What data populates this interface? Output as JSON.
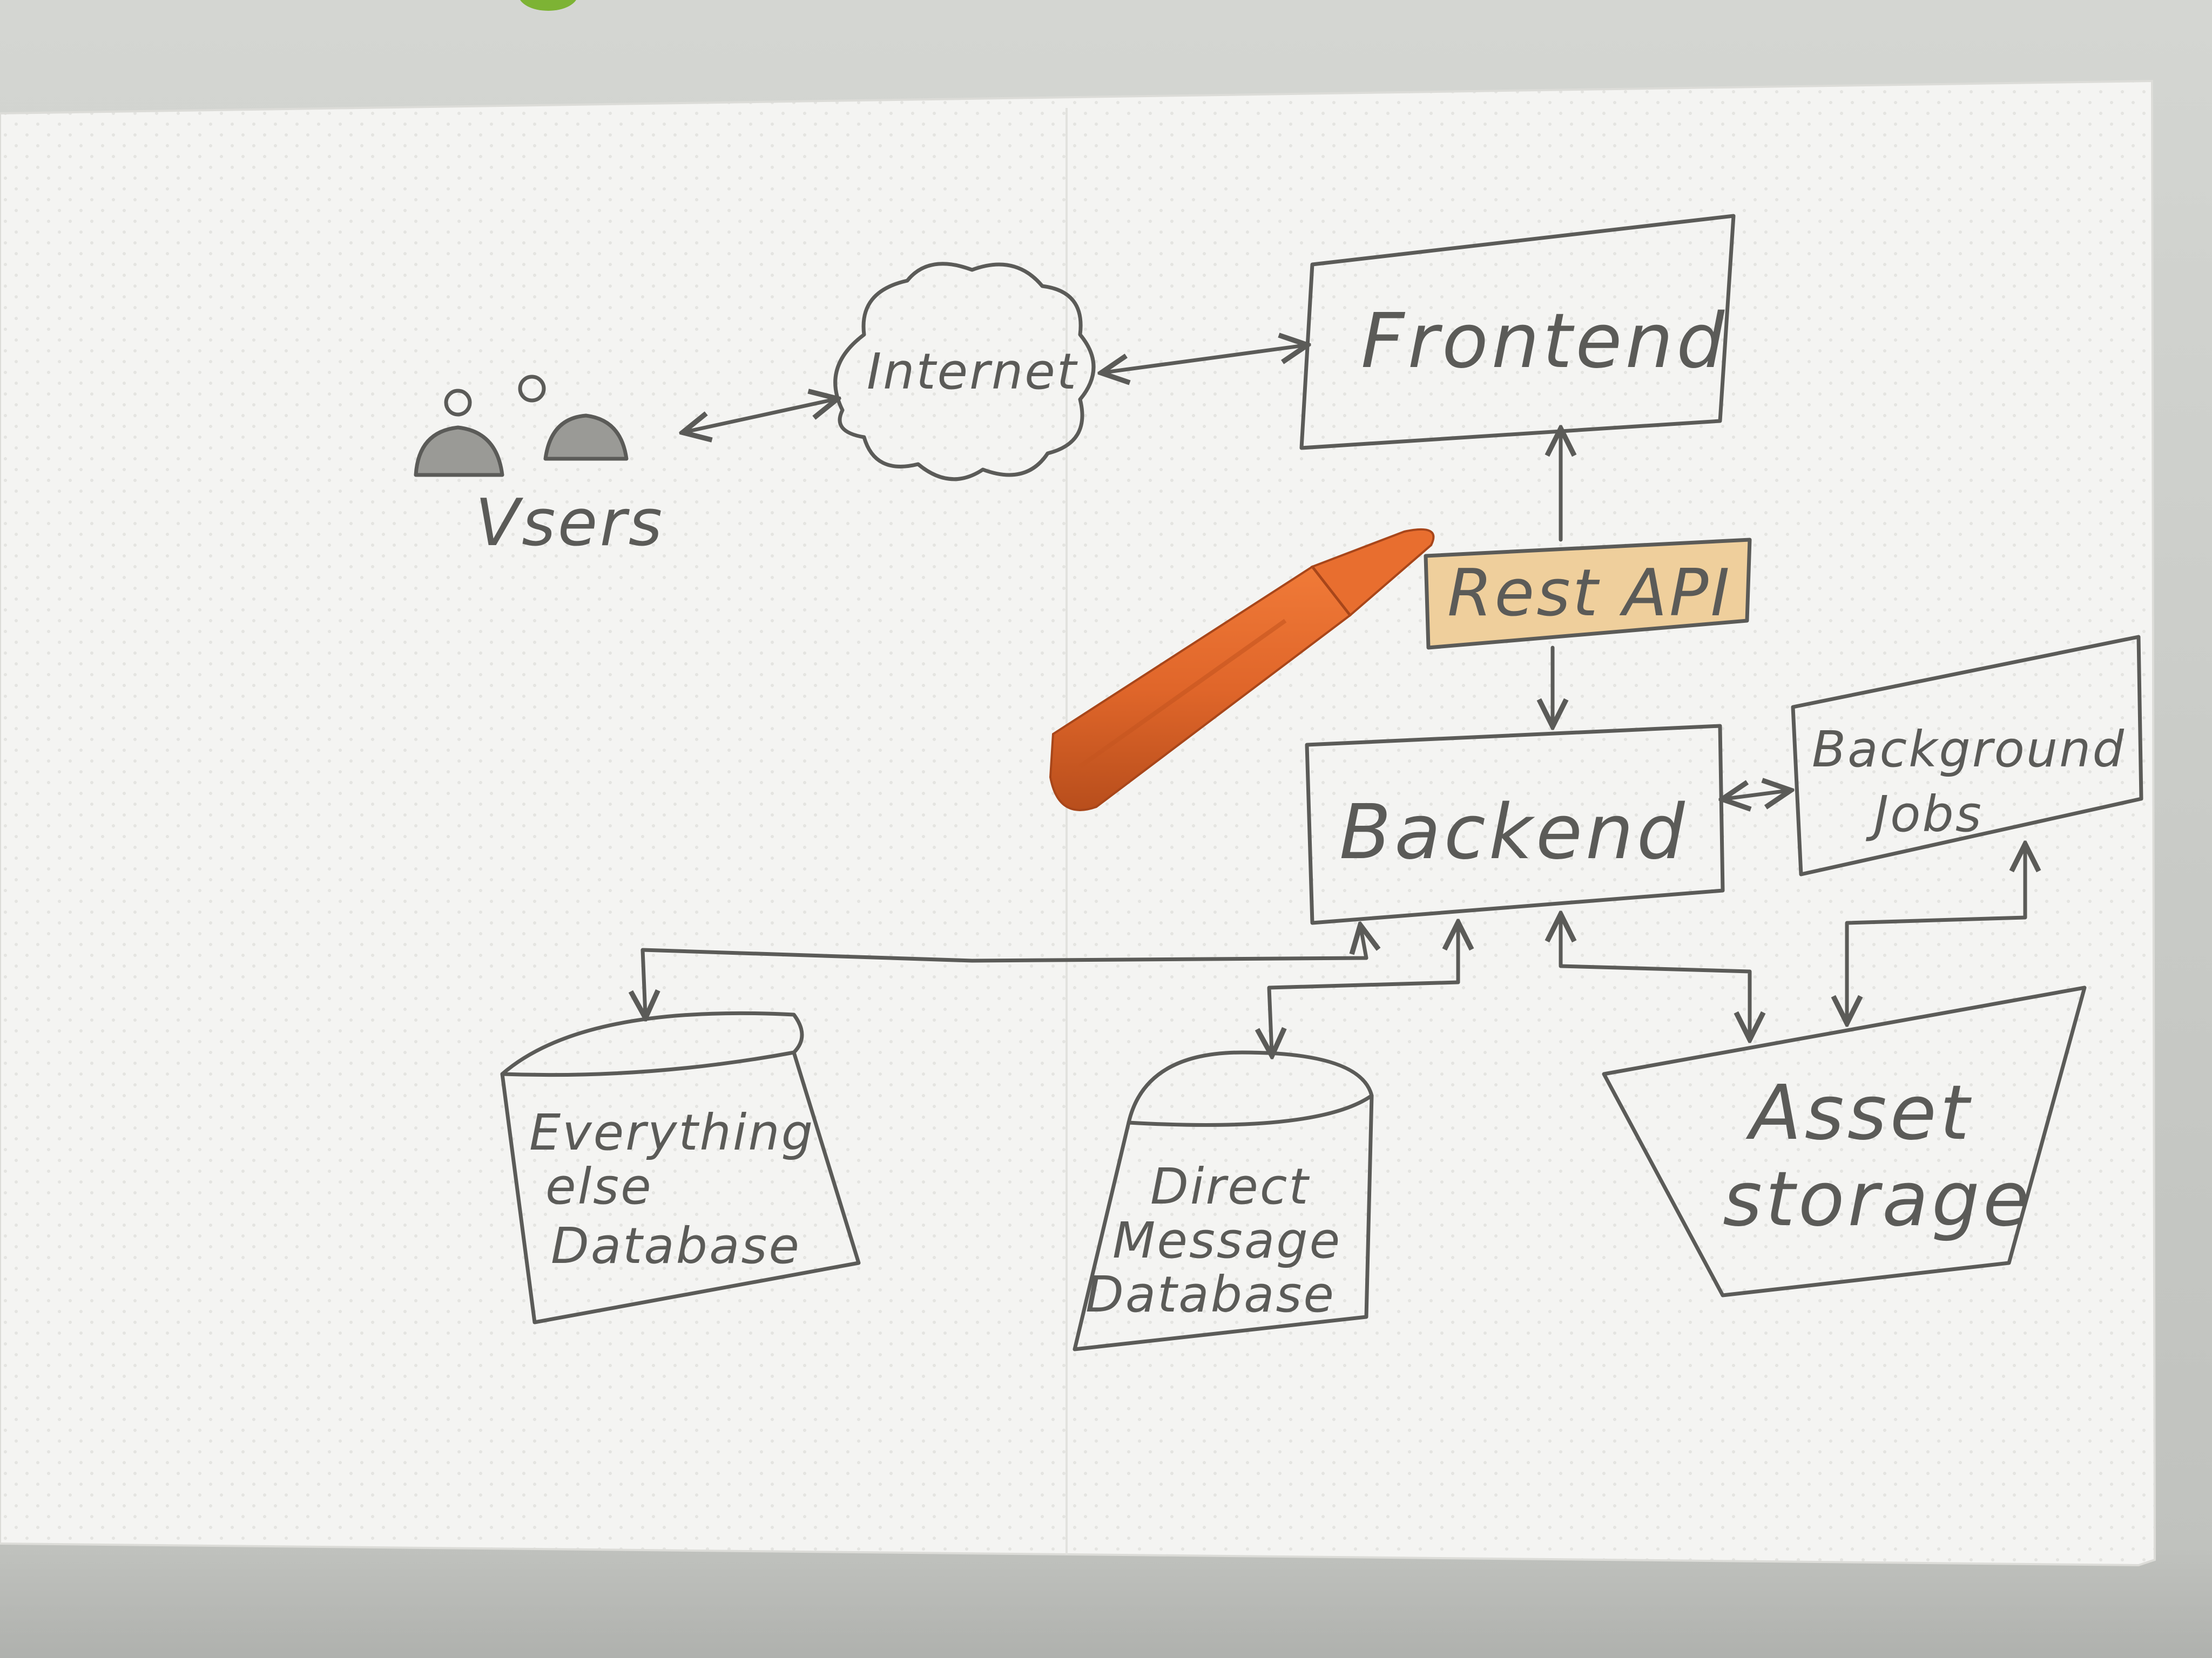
{
  "diagram": {
    "nodes": {
      "users": {
        "label": "Vsers"
      },
      "internet": {
        "label": "Internet"
      },
      "frontend": {
        "label": "Frontend"
      },
      "rest_api": {
        "label": "Rest API"
      },
      "backend": {
        "label": "Backend"
      },
      "background_jobs": {
        "line1": "Background",
        "line2": "Jobs"
      },
      "everything_else_db": {
        "line1": "Everything",
        "line2": "else",
        "line3": "Database"
      },
      "direct_message_db": {
        "line1": "Direct",
        "line2": "Message",
        "line3": "Database"
      },
      "asset_storage": {
        "line1": "Asset",
        "line2": "storage"
      }
    },
    "edges": [
      {
        "from": "users",
        "to": "internet",
        "direction": "both"
      },
      {
        "from": "internet",
        "to": "frontend",
        "direction": "both"
      },
      {
        "from": "rest_api",
        "to": "frontend",
        "direction": "forward"
      },
      {
        "from": "rest_api",
        "to": "backend",
        "direction": "forward"
      },
      {
        "from": "backend",
        "to": "background_jobs",
        "direction": "both"
      },
      {
        "from": "backend",
        "to": "everything_else_db",
        "direction": "both"
      },
      {
        "from": "backend",
        "to": "direct_message_db",
        "direction": "both"
      },
      {
        "from": "backend",
        "to": "asset_storage",
        "direction": "both"
      },
      {
        "from": "background_jobs",
        "to": "asset_storage",
        "direction": "both"
      }
    ],
    "colors": {
      "pencil": "#5b5b58",
      "paper": "#f4f4f2",
      "crayon": "#e0662a",
      "highlight": "#e8b878"
    }
  }
}
